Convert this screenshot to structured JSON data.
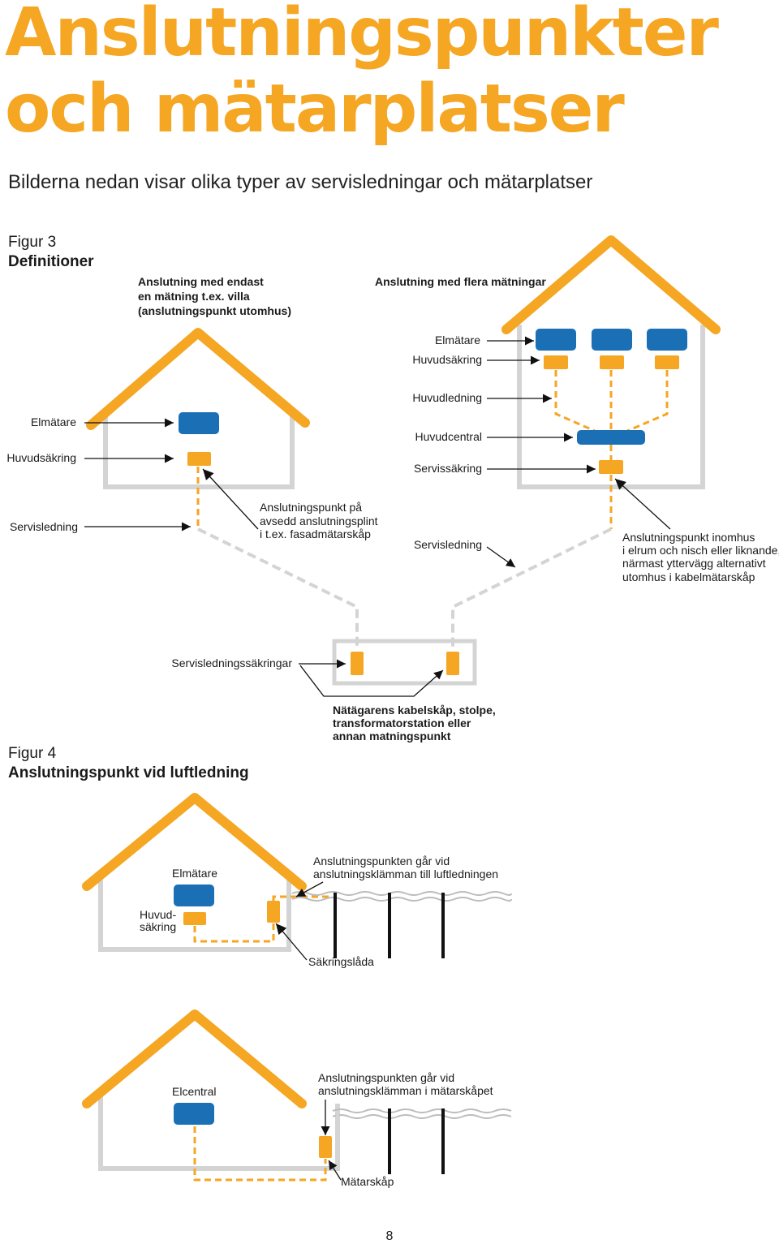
{
  "title": "Anslutningspunkter och mätarplatser",
  "subtitle": "Bilderna nedan visar olika typer av servisledningar och mätarplatser",
  "figure3": {
    "number": "Figur 3",
    "name": "Definitioner",
    "left_heading": [
      "Anslutning med endast",
      "en mätning t.ex. villa",
      "(anslutningspunkt utomhus)"
    ],
    "right_heading": "Anslutning med flera mätningar",
    "left_labels": {
      "meter": "Elmätare",
      "main_fuse": "Huvudsäkring",
      "service_line": "Servisledning",
      "connection_point": [
        "Anslutningspunkt på",
        "avsedd anslutningsplint",
        "i t.ex. fasadmätarskåp"
      ]
    },
    "right_labels": {
      "meter": "Elmätare",
      "main_fuse": "Huvudsäkring",
      "main_line": "Huvudledning",
      "main_central": "Huvudcentral",
      "service_fuse": "Servissäkring",
      "service_line": "Servisledning",
      "connection_point": [
        "Anslutningspunkt inomhus",
        "i elrum och nisch eller liknande,",
        "närmast yttervägg alternativt",
        "utomhus i kabelmätarskåp"
      ]
    },
    "service_fuses": "Servisledningssäkringar",
    "supply_point": [
      "Nätägarens kabelskåp, stolpe,",
      "transformatorstation eller",
      "annan matningspunkt"
    ]
  },
  "figure4": {
    "number": "Figur 4",
    "name": "Anslutningspunkt vid luftledning",
    "top": {
      "meter": "Elmätare",
      "main_fuse": [
        "Huvud-",
        "säkring"
      ],
      "connection_note": [
        "Anslutningspunkten går vid",
        "anslutningsklämman till luftledningen"
      ],
      "fuse_box": "Säkringslåda"
    },
    "bottom": {
      "central": "Elcentral",
      "connection_note": [
        "Anslutningspunkten går vid",
        "anslutningsklämman i mätarskåpet"
      ],
      "meter_cabinet": "Mätarskåp"
    }
  },
  "page_number": "8",
  "colors": {
    "orange": "#f5a623",
    "blue": "#1a6fb5",
    "gray": "#d4d4d4",
    "line": "#111111"
  }
}
